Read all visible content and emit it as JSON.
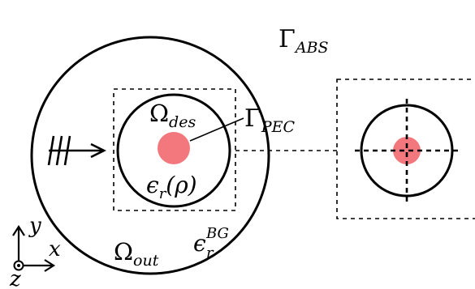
{
  "labels": {
    "gamma_abs": {
      "base": "Γ",
      "sub": "ABS"
    },
    "gamma_pec": {
      "base": "Γ",
      "sub": "PEC"
    },
    "omega_des": {
      "base": "Ω",
      "sub": "des"
    },
    "epsilon_rho": {
      "base": "ϵ",
      "sub": "r",
      "tail": "(ρ)"
    },
    "omega_out": {
      "base": "Ω",
      "sub": "out"
    },
    "epsilon_bg": {
      "base": "ϵ",
      "sub": "r",
      "sup": "BG"
    },
    "axis_x": "x",
    "axis_y": "y",
    "axis_z": "z"
  },
  "colors": {
    "stroke": "#000000",
    "pec_fill": "#f2787d"
  },
  "icons": [
    "plane-wave-arrow-icon",
    "coordinate-axes-icon",
    "z-out-of-page-icon"
  ]
}
